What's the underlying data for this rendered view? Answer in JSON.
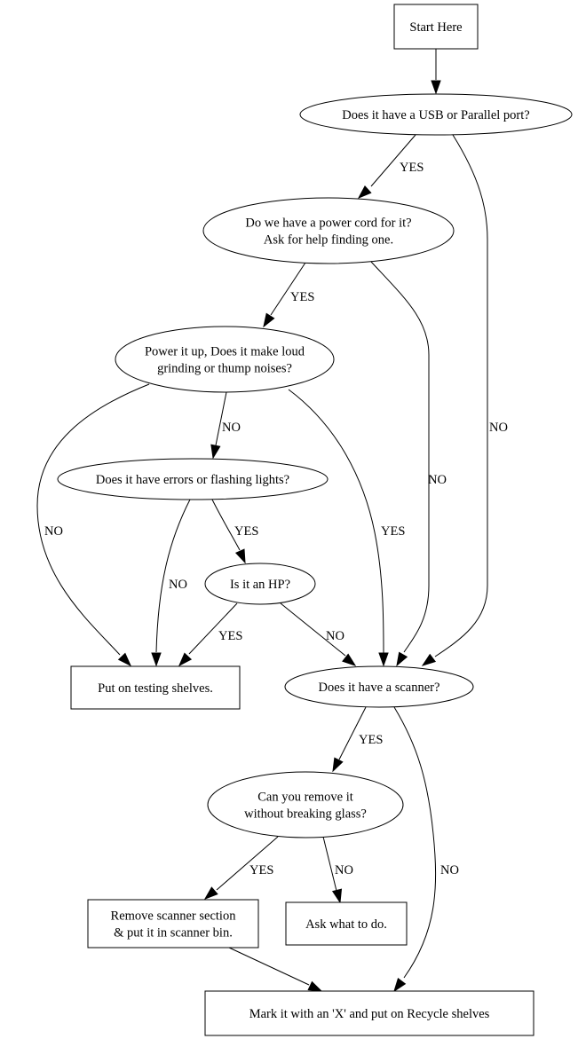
{
  "diagram": {
    "type": "flowchart",
    "nodes": [
      {
        "id": "start",
        "shape": "box",
        "lines": [
          "Start Here"
        ]
      },
      {
        "id": "usb",
        "shape": "ellipse",
        "lines": [
          "Does it have a USB or Parallel port?"
        ]
      },
      {
        "id": "power_cord",
        "shape": "ellipse",
        "lines": [
          "Do we have a power cord for it?",
          "Ask for help finding one."
        ]
      },
      {
        "id": "noises",
        "shape": "ellipse",
        "lines": [
          "Power it up, Does it make loud",
          "grinding or thump noises?"
        ]
      },
      {
        "id": "errors",
        "shape": "ellipse",
        "lines": [
          "Does it have errors or flashing lights?"
        ]
      },
      {
        "id": "hp",
        "shape": "ellipse",
        "lines": [
          "Is it an HP?"
        ]
      },
      {
        "id": "testing",
        "shape": "box",
        "lines": [
          "Put on testing shelves."
        ]
      },
      {
        "id": "scanner",
        "shape": "ellipse",
        "lines": [
          "Does it have a scanner?"
        ]
      },
      {
        "id": "remove_glass",
        "shape": "ellipse",
        "lines": [
          "Can you remove it",
          "without breaking glass?"
        ]
      },
      {
        "id": "remove_section",
        "shape": "box",
        "lines": [
          "Remove scanner section",
          "& put it in scanner bin."
        ]
      },
      {
        "id": "ask",
        "shape": "box",
        "lines": [
          "Ask what to do."
        ]
      },
      {
        "id": "recycle",
        "shape": "box",
        "lines": [
          "Mark it with an 'X' and put on Recycle shelves"
        ]
      }
    ],
    "edges": [
      {
        "from": "start",
        "to": "usb",
        "label": ""
      },
      {
        "from": "usb",
        "to": "power_cord",
        "label": "YES"
      },
      {
        "from": "usb",
        "to": "scanner",
        "label": "NO"
      },
      {
        "from": "power_cord",
        "to": "noises",
        "label": "YES"
      },
      {
        "from": "power_cord",
        "to": "scanner",
        "label": "NO"
      },
      {
        "from": "noises",
        "to": "errors",
        "label": "NO"
      },
      {
        "from": "noises",
        "to": "testing",
        "label": "NO"
      },
      {
        "from": "noises",
        "to": "scanner",
        "label": "YES"
      },
      {
        "from": "errors",
        "to": "hp",
        "label": "YES"
      },
      {
        "from": "errors",
        "to": "testing",
        "label": "NO"
      },
      {
        "from": "hp",
        "to": "testing",
        "label": "YES"
      },
      {
        "from": "hp",
        "to": "scanner",
        "label": "NO"
      },
      {
        "from": "scanner",
        "to": "remove_glass",
        "label": "YES"
      },
      {
        "from": "scanner",
        "to": "recycle",
        "label": "NO"
      },
      {
        "from": "remove_glass",
        "to": "remove_section",
        "label": "YES"
      },
      {
        "from": "remove_glass",
        "to": "ask",
        "label": "NO"
      },
      {
        "from": "remove_section",
        "to": "recycle",
        "label": ""
      }
    ]
  }
}
